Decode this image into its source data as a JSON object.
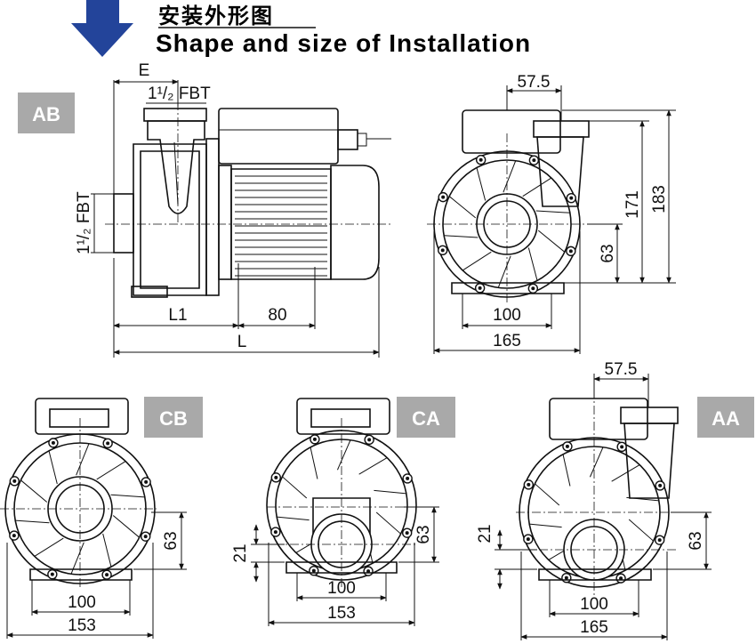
{
  "header": {
    "title_cn": "安装外形图",
    "title_en": "Shape and size of Installation",
    "arrow_color": "#23449a"
  },
  "tag_color": "#a9a9a9",
  "views": {
    "ab_side": {
      "tag": "AB",
      "dim_e": "E",
      "inlet_label_top": "1¹/₂ FBT",
      "inlet_label_side": "1¹/₂ FBT",
      "dim_l1": "L1",
      "dim_80": "80",
      "dim_l": "L"
    },
    "ab_front": {
      "dim_top": "57.5",
      "dim_171": "171",
      "dim_183": "183",
      "dim_63": "63",
      "dim_100": "100",
      "dim_165": "165"
    },
    "cb": {
      "tag": "CB",
      "dim_63": "63",
      "dim_100": "100",
      "dim_153": "153"
    },
    "ca": {
      "tag": "CA",
      "dim_21": "21",
      "dim_63": "63",
      "dim_100": "100",
      "dim_153": "153"
    },
    "aa": {
      "tag": "AA",
      "dim_top": "57.5",
      "dim_21": "21",
      "dim_63": "63",
      "dim_100": "100",
      "dim_165": "165"
    }
  }
}
